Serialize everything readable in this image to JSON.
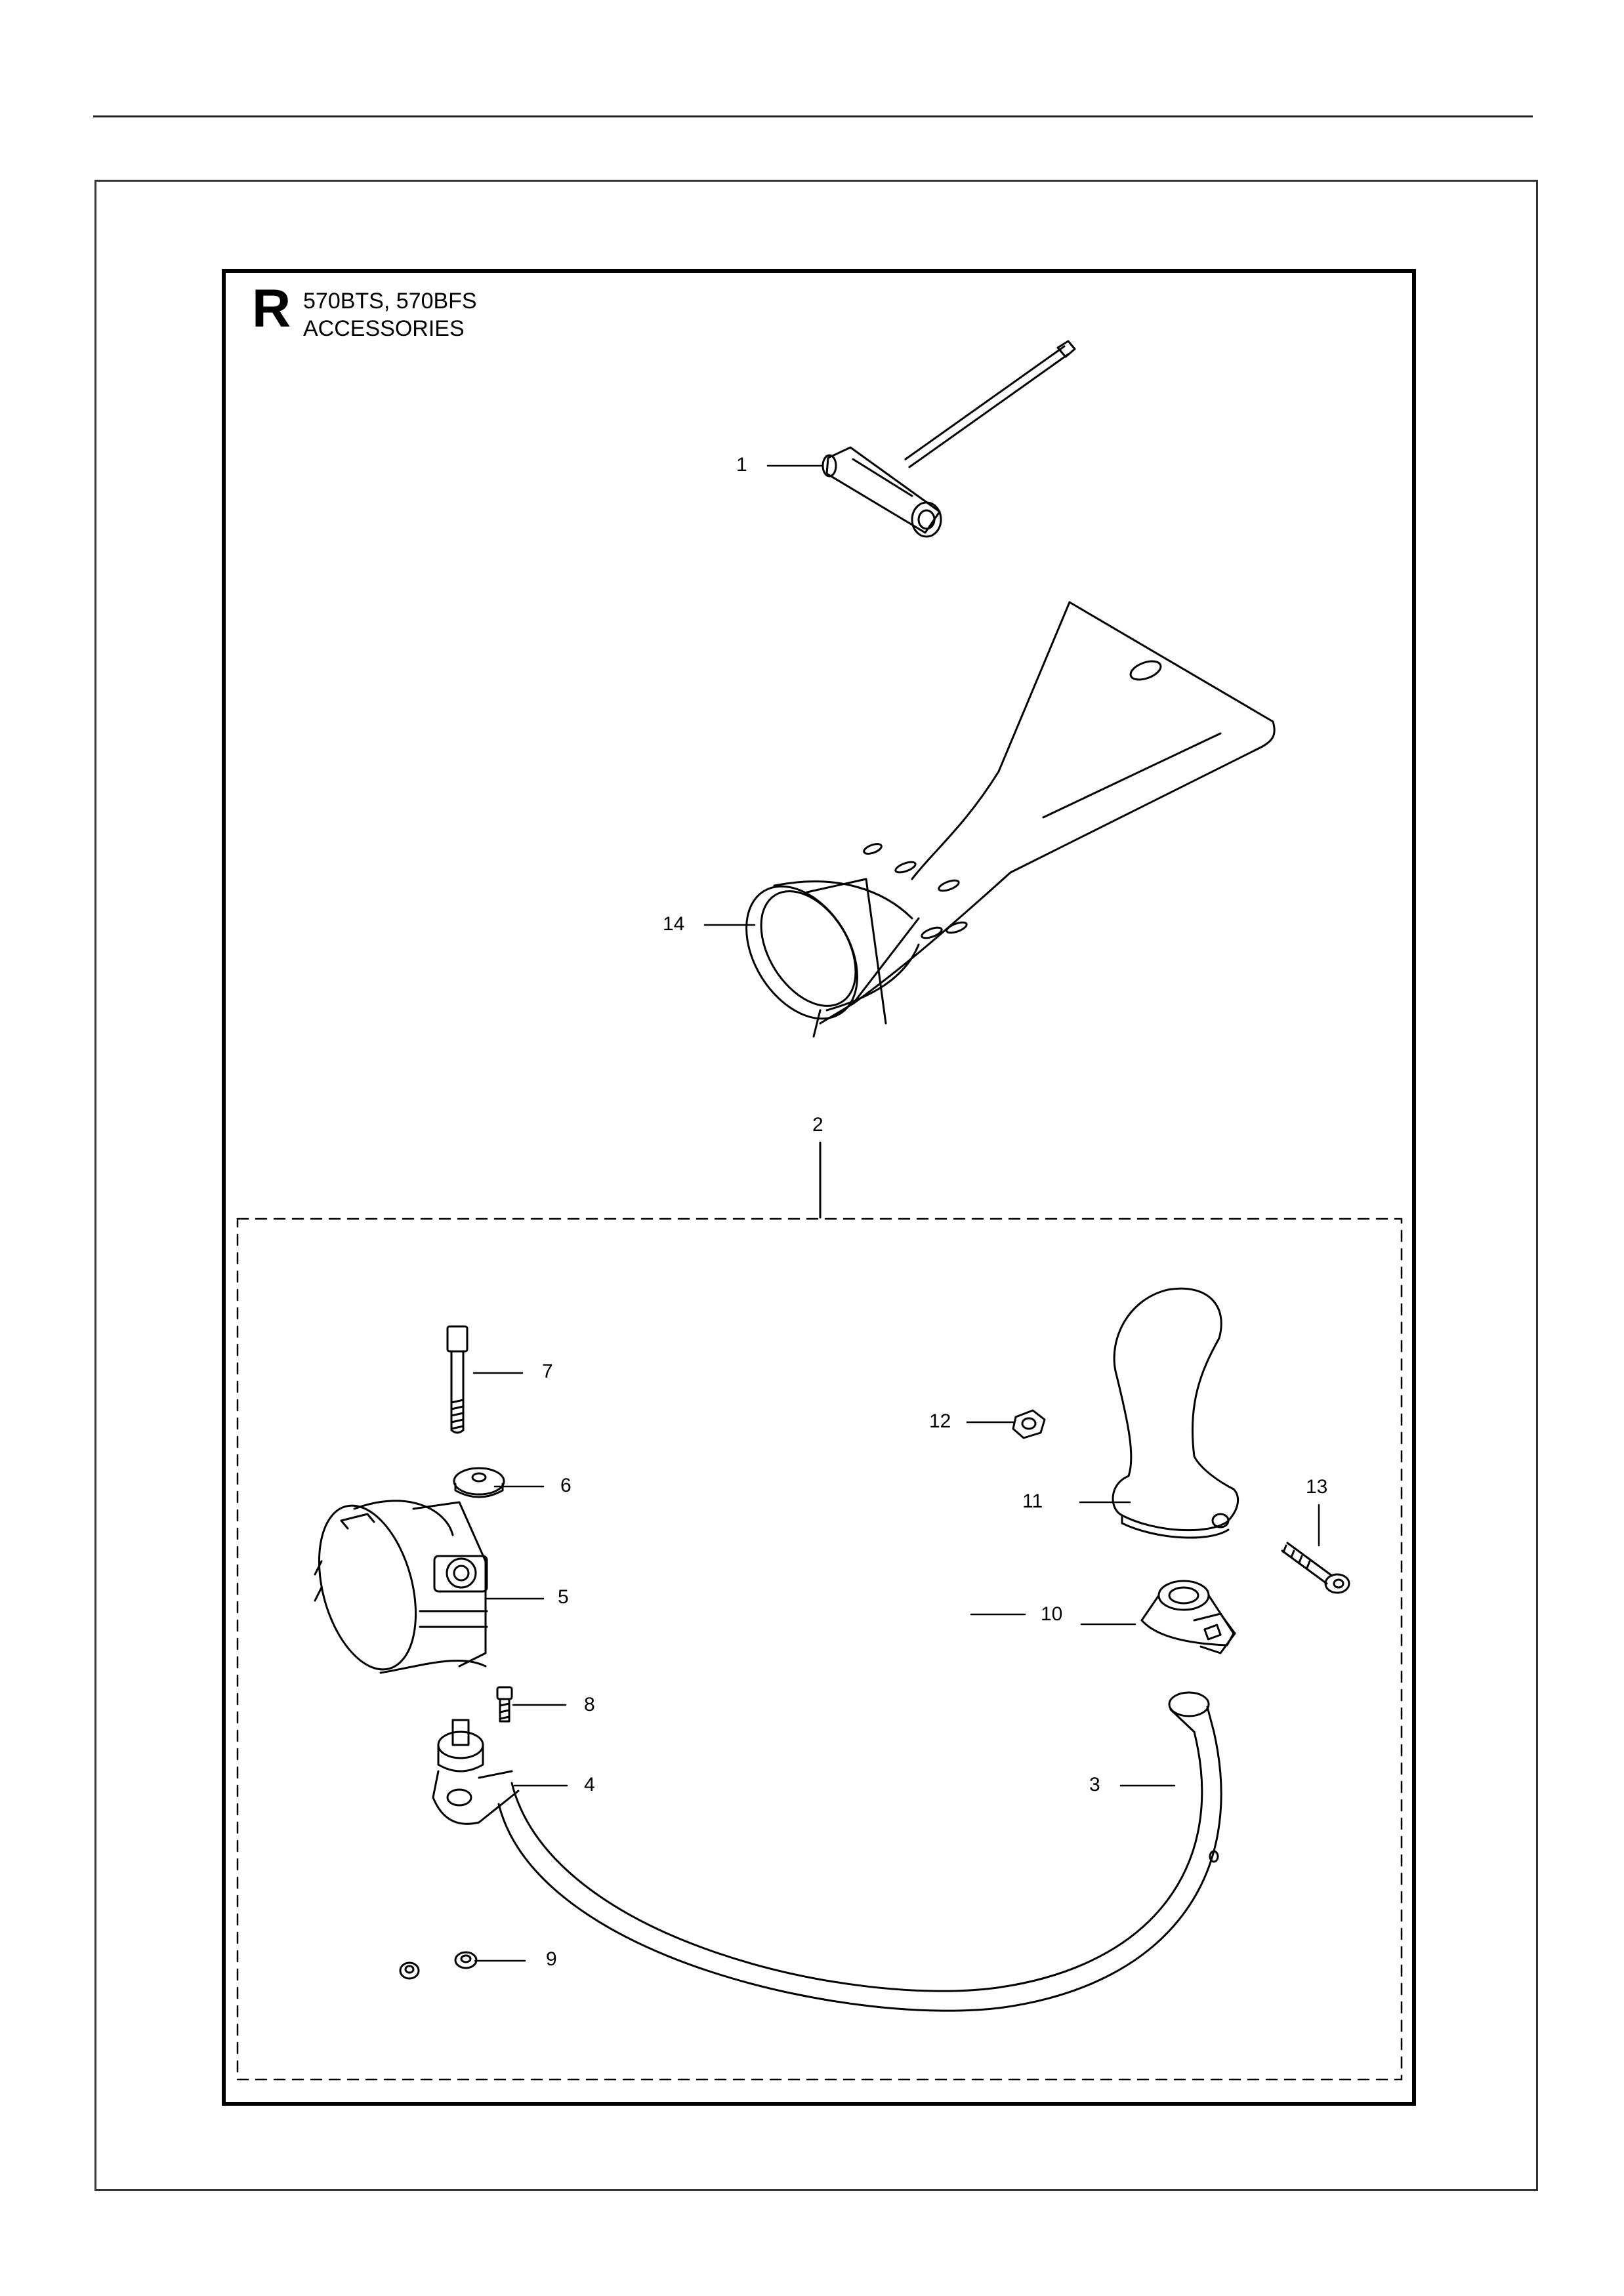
{
  "page": {
    "letter": "R",
    "title_line1": "570BTS, 570BFS",
    "title_line2": "ACCESSORIES"
  },
  "callouts": {
    "c1": "1",
    "c2": "2",
    "c3": "3",
    "c4": "4",
    "c5": "5",
    "c6": "6",
    "c7": "7",
    "c8": "8",
    "c9": "9",
    "c10": "10",
    "c11": "11",
    "c12": "12",
    "c13": "13",
    "c14": "14"
  }
}
